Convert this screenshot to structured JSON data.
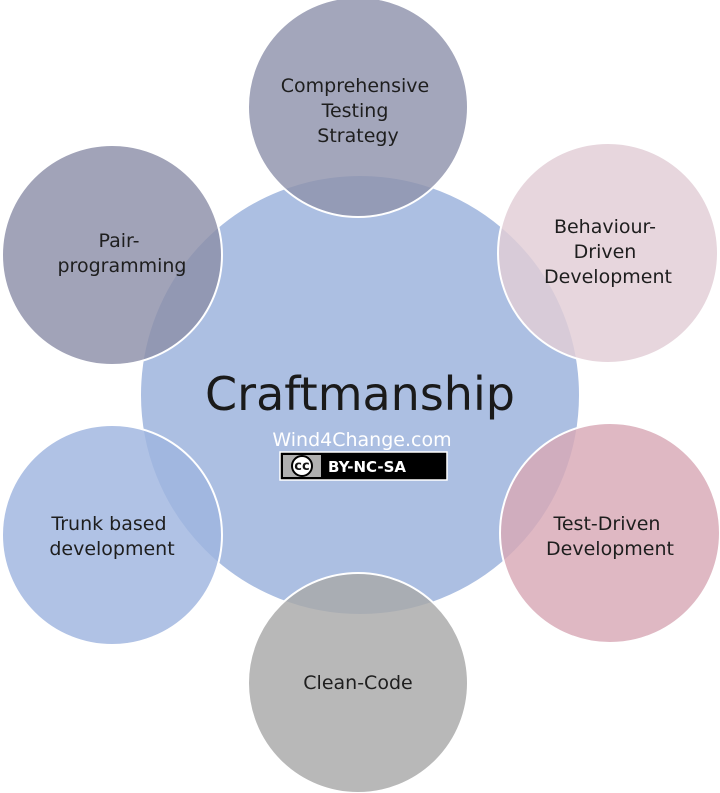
{
  "center": {
    "title": "Craftmanship",
    "watermark": "Wind4Change.com",
    "license_badge": "BY-NC-SA",
    "license_icon_text": "cc",
    "color": "#9db4dd"
  },
  "nodes": [
    {
      "id": "testing",
      "lines": [
        "Comprehensive",
        "Testing",
        "Strategy"
      ],
      "color": "#8f93ac"
    },
    {
      "id": "bdd",
      "lines": [
        "Behaviour-",
        "Driven",
        "Development"
      ],
      "color": "#e2cdd6"
    },
    {
      "id": "tdd",
      "lines": [
        "Test-Driven",
        "Development"
      ],
      "color": "#d8a8b6"
    },
    {
      "id": "clean-code",
      "lines": [
        "Clean-Code"
      ],
      "color": "#a8a8a8"
    },
    {
      "id": "trunk",
      "lines": [
        "Trunk based",
        "development"
      ],
      "color": "#9fb5df"
    },
    {
      "id": "pair",
      "lines": [
        "Pair-",
        "programming"
      ],
      "color": "#8c8fa8"
    }
  ]
}
